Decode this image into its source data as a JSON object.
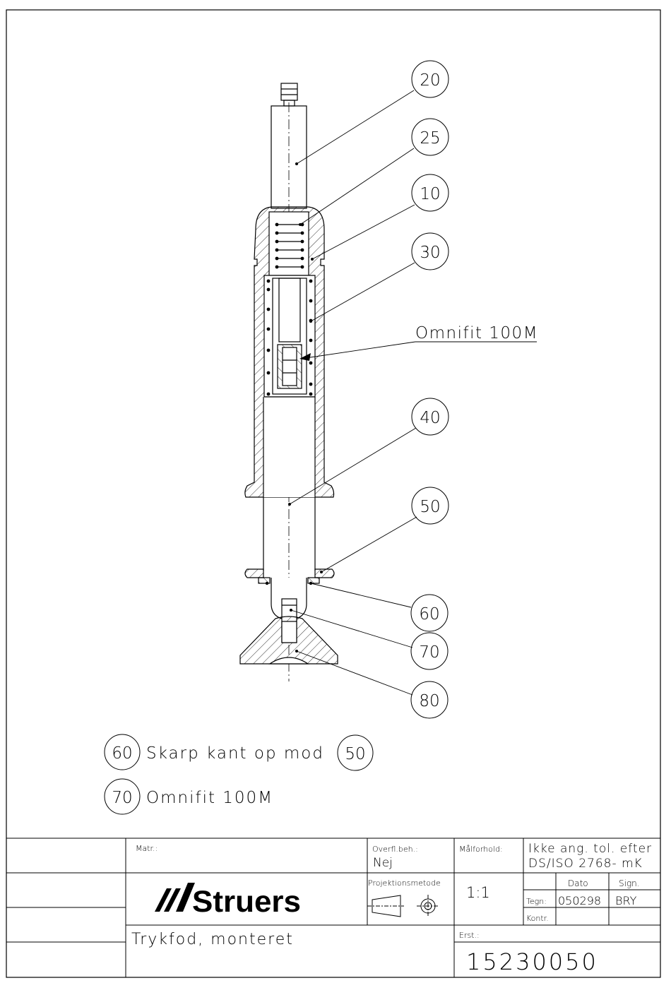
{
  "balloons": [
    "20",
    "25",
    "10",
    "30",
    "40",
    "50",
    "60",
    "70",
    "80"
  ],
  "callout_omnifit": "Omnifit 100M",
  "notes": [
    {
      "num": "60",
      "text": "Skarp kant op mod",
      "ref": "50"
    },
    {
      "num": "70",
      "text": "Omnifit 100M"
    }
  ],
  "title_block": {
    "matr_label": "Matr.:",
    "overfl_label": "Overfl.beh.:",
    "overfl_value": "Nej",
    "malforhold_label": "Målforhold:",
    "malforhold_value": "1:1",
    "tol_line1": "Ikke ang. tol. efter",
    "tol_line2": "DS/ISO 2768- mK",
    "projektion_label": "Projektionsmetode",
    "logo": "Struers",
    "dato_label": "Dato",
    "sign_label": "Sign.",
    "tegn_label": "Tegn:",
    "tegn_dato": "050298",
    "tegn_sign": "BRY",
    "kontr_label": "Kontr.",
    "title": "Trykfod, monteret",
    "erst_label": "Erst.:",
    "drawing_number": "15230050"
  }
}
